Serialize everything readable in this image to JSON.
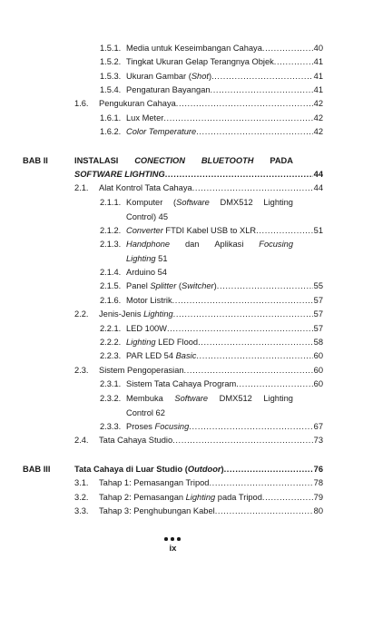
{
  "entries": [
    {
      "num": "1.5.1.",
      "parts": [
        {
          "t": "Media untuk Keseimbangan Cahaya"
        }
      ],
      "page": "40"
    },
    {
      "num": "1.5.2.",
      "parts": [
        {
          "t": "Tingkat Ukuran Gelap Terangnya Objek"
        }
      ],
      "page": "41"
    },
    {
      "num": "1.5.3.",
      "parts": [
        {
          "t": "Ukuran Gambar ("
        },
        {
          "t": "Shot",
          "i": true
        },
        {
          "t": ")"
        }
      ],
      "page": "41"
    },
    {
      "num": "1.5.4.",
      "parts": [
        {
          "t": "Pengaturan Bayangan"
        }
      ],
      "page": "41"
    },
    {
      "num": "1.6.",
      "parts": [
        {
          "t": "Pengukuran Cahaya"
        }
      ],
      "page": "42"
    },
    {
      "num": "1.6.1.",
      "parts": [
        {
          "t": "Lux Meter"
        }
      ],
      "page": "42"
    },
    {
      "num": "1.6.2.",
      "parts": [
        {
          "t": "Color Temperature",
          "i": true
        }
      ],
      "page": "42"
    },
    {
      "num": "2.1.",
      "parts": [
        {
          "t": "Alat Kontrol Tata Cahaya"
        }
      ],
      "page": "44"
    },
    {
      "num": "2.1.2.",
      "parts": [
        {
          "t": "Converter",
          "i": true
        },
        {
          "t": " FTDI Kabel USB to XLR"
        }
      ],
      "page": "51"
    },
    {
      "num": "2.1.4.",
      "parts": [
        {
          "t": "Arduino  54"
        }
      ],
      "page": ""
    },
    {
      "num": "2.1.5.",
      "parts": [
        {
          "t": "Panel "
        },
        {
          "t": "Splitter",
          "i": true
        },
        {
          "t": " ("
        },
        {
          "t": "Switcher",
          "i": true
        },
        {
          "t": ")"
        }
      ],
      "page": "55"
    },
    {
      "num": "2.1.6.",
      "parts": [
        {
          "t": "Motor Listrik"
        }
      ],
      "page": "57"
    },
    {
      "num": "2.2.",
      "parts": [
        {
          "t": "Jenis-Jenis "
        },
        {
          "t": "Lighting",
          "i": true
        }
      ],
      "page": "57"
    },
    {
      "num": "2.2.1.",
      "parts": [
        {
          "t": "LED 100W"
        }
      ],
      "page": "57"
    },
    {
      "num": "2.2.2.",
      "parts": [
        {
          "t": "Lighting",
          "i": true
        },
        {
          "t": " LED Flood"
        }
      ],
      "page": "58"
    },
    {
      "num": "2.2.3.",
      "parts": [
        {
          "t": "PAR LED 54 "
        },
        {
          "t": "Basic",
          "i": true
        }
      ],
      "page": "60"
    },
    {
      "num": "2.3.",
      "parts": [
        {
          "t": "Sistem Pengoperasian"
        }
      ],
      "page": "60"
    },
    {
      "num": "2.3.1.",
      "parts": [
        {
          "t": "Sistem Tata Cahaya Program"
        }
      ],
      "page": "60"
    },
    {
      "num": "2.3.3.",
      "parts": [
        {
          "t": "Proses "
        },
        {
          "t": "Focusing",
          "i": true
        }
      ],
      "page": "67"
    },
    {
      "num": "2.4.",
      "parts": [
        {
          "t": "Tata Cahaya Studio"
        }
      ],
      "page": "73"
    },
    {
      "num": "",
      "parts": [
        {
          "t": "Tata Cahaya di Luar Studio ("
        },
        {
          "t": "Outdoor",
          "i": true
        },
        {
          "t": ")"
        }
      ],
      "page": "76"
    },
    {
      "num": "3.1.",
      "parts": [
        {
          "t": "Tahap 1: Pemasangan Tripod"
        }
      ],
      "page": "78"
    },
    {
      "num": "3.2.",
      "parts": [
        {
          "t": "Tahap 2: Pemasangan "
        },
        {
          "t": "Lighting",
          "i": true
        },
        {
          "t": " pada Tripod"
        }
      ],
      "page": "79"
    },
    {
      "num": "3.3.",
      "parts": [
        {
          "t": "Tahap 3: Penghubungan Kabel"
        }
      ],
      "page": "80"
    }
  ],
  "multiline": {
    "bab2_label": "BAB II",
    "bab2_title_words": [
      {
        "t": "INSTALASI"
      },
      {
        "t": "CONECTION",
        "i": true
      },
      {
        "t": "BLUETOOTH",
        "i": true
      },
      {
        "t": "PADA"
      }
    ],
    "bab2_title_line2": [
      {
        "t": "SOFTWARE LIGHTING",
        "i": true
      }
    ],
    "bab2_page": "44",
    "e211_num": "2.1.1.",
    "e211_words": [
      {
        "t": "Komputer"
      },
      {
        "t": "(Software",
        "i_part": "Software"
      },
      {
        "t": "DMX512"
      },
      {
        "t": "Lighting"
      }
    ],
    "e211_line2": "Control)  45",
    "e213_num": "2.1.3.",
    "e213_words": [
      {
        "t": "Handphone",
        "i": true
      },
      {
        "t": "dan"
      },
      {
        "t": "Aplikasi"
      },
      {
        "t": "Focusing",
        "i": true
      }
    ],
    "e213_line2_italic": "Lighting",
    "e213_line2_page": "  51",
    "e232_num": "2.3.2.",
    "e232_words": [
      {
        "t": "Membuka"
      },
      {
        "t": "Software",
        "i": true
      },
      {
        "t": "DMX512"
      },
      {
        "t": "Lighting"
      }
    ],
    "e232_line2": "Control  62",
    "bab3_label": "BAB III"
  },
  "footer": {
    "page_number": "ix",
    "ornament_icon": "three-dots-icon"
  }
}
